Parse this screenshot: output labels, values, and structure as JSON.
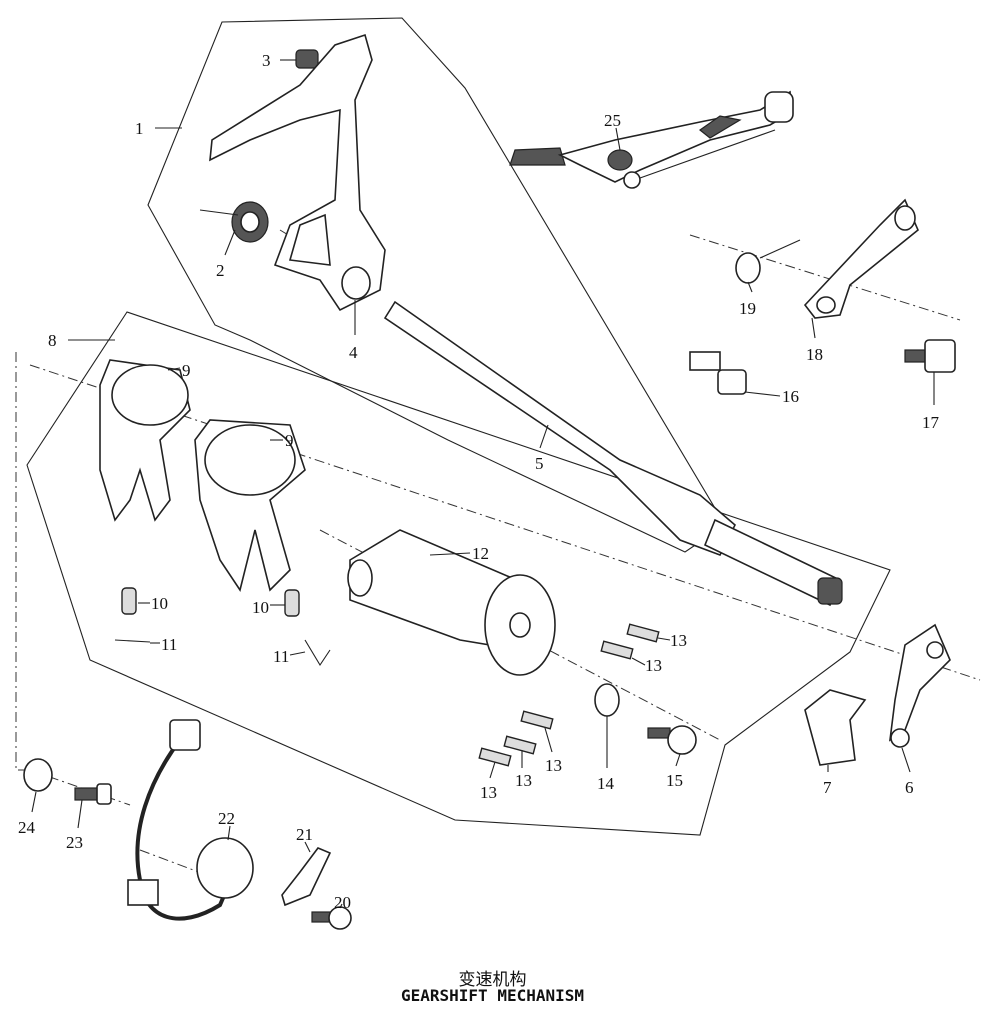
{
  "title": {
    "chinese": "变速机构",
    "english": "GEARSHIFT MECHANISM"
  },
  "part_labels": [
    "1",
    "2",
    "3",
    "4",
    "5",
    "6",
    "7",
    "8",
    "9",
    "9",
    "10",
    "10",
    "11",
    "11",
    "12",
    "13",
    "13",
    "13",
    "13",
    "13",
    "14",
    "15",
    "16",
    "17",
    "18",
    "19",
    "20",
    "21",
    "22",
    "23",
    "24",
    "25"
  ]
}
